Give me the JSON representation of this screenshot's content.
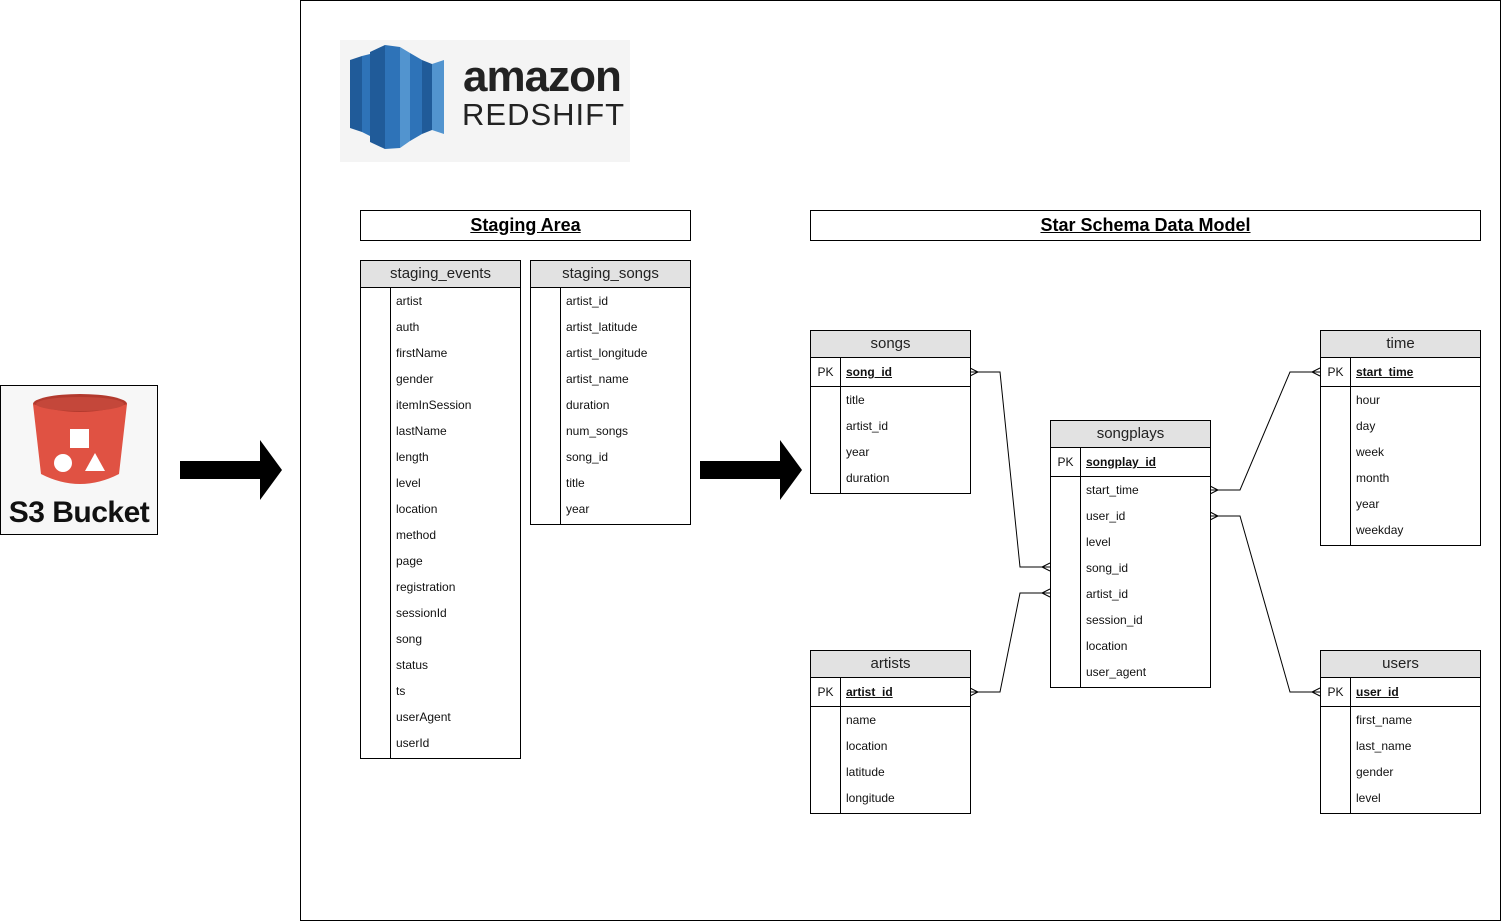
{
  "s3": {
    "label": "S3 Bucket"
  },
  "redshift": {
    "brand": "amazon",
    "product": "REDSHIFT"
  },
  "sections": {
    "staging": "Staging Area",
    "star": "Star Schema Data Model"
  },
  "colors": {
    "s3_red": "#e05243",
    "redshift_blue_dark": "#205b99",
    "redshift_blue": "#2e73b8",
    "redshift_blue_light": "#5294cf",
    "table_header": "#e2e2e2"
  },
  "tables": {
    "staging_events": {
      "title": "staging_events",
      "columns": [
        "artist",
        "auth",
        "firstName",
        "gender",
        "itemInSession",
        "lastName",
        "length",
        "level",
        "location",
        "method",
        "page",
        "registration",
        "sessionId",
        "song",
        "status",
        "ts",
        "userAgent",
        "userId"
      ]
    },
    "staging_songs": {
      "title": "staging_songs",
      "columns": [
        "artist_id",
        "artist_latitude",
        "artist_longitude",
        "artist_name",
        "duration",
        "num_songs",
        "song_id",
        "title",
        "year"
      ]
    },
    "songs": {
      "title": "songs",
      "pk_label": "PK",
      "pk": "song_id",
      "columns": [
        "title",
        "artist_id",
        "year",
        "duration"
      ]
    },
    "artists": {
      "title": "artists",
      "pk_label": "PK",
      "pk": "artist_id",
      "columns": [
        "name",
        "location",
        "latitude",
        "longitude"
      ]
    },
    "songplays": {
      "title": "songplays",
      "pk_label": "PK",
      "pk": "songplay_id",
      "columns": [
        "start_time",
        "user_id",
        "level",
        "song_id",
        "artist_id",
        "session_id",
        "location",
        "user_agent"
      ]
    },
    "time": {
      "title": "time",
      "pk_label": "PK",
      "pk": "start_time",
      "columns": [
        "hour",
        "day",
        "week",
        "month",
        "year",
        "weekday"
      ]
    },
    "users": {
      "title": "users",
      "pk_label": "PK",
      "pk": "user_id",
      "columns": [
        "first_name",
        "last_name",
        "gender",
        "level"
      ]
    }
  }
}
